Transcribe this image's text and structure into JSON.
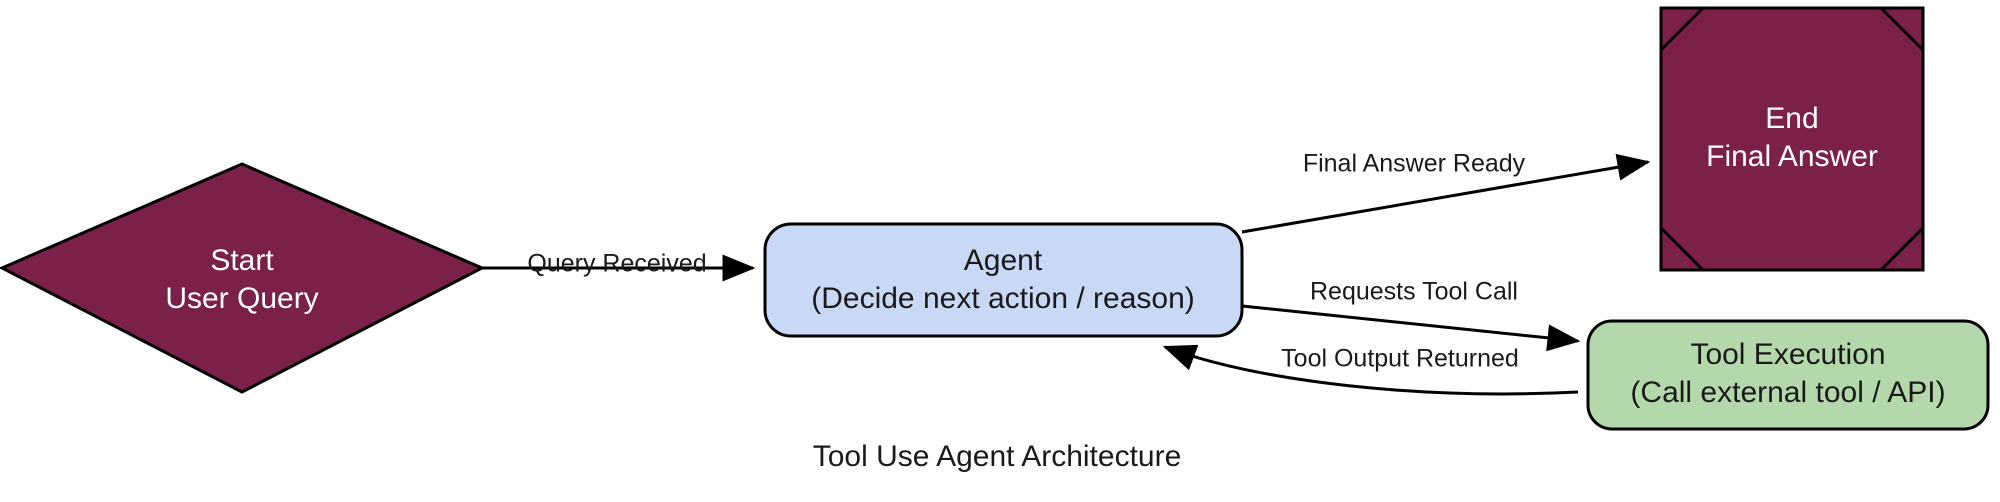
{
  "diagram": {
    "caption": "Tool Use Agent Architecture",
    "colors": {
      "terminator_fill": "#7B2049",
      "terminator_text": "#ffffff",
      "agent_fill": "#C9D9F5",
      "agent_stroke": "#000000",
      "tool_fill": "#B4D8AB",
      "tool_stroke": "#000000",
      "edge_stroke": "#000000",
      "background": "#ffffff",
      "label_text": "#1a1a1a"
    },
    "nodes": [
      {
        "id": "start",
        "name": "start-node",
        "shape": "diamond",
        "lines": [
          "Start",
          "User Query"
        ],
        "fill": "#7B2049",
        "text_color": "#ffffff"
      },
      {
        "id": "agent",
        "name": "agent-node",
        "shape": "rounded-rect",
        "lines": [
          "Agent",
          "(Decide next action / reason)"
        ],
        "fill": "#C9D9F5",
        "text_color": "#1a1a1a"
      },
      {
        "id": "end",
        "name": "end-node",
        "shape": "cut-corner-square",
        "lines": [
          "End",
          "Final Answer"
        ],
        "fill": "#7B2049",
        "text_color": "#ffffff"
      },
      {
        "id": "tool",
        "name": "tool-execution-node",
        "shape": "rounded-rect",
        "lines": [
          "Tool Execution",
          "(Call external tool / API)"
        ],
        "fill": "#B4D8AB",
        "text_color": "#1a1a1a"
      }
    ],
    "edges": [
      {
        "id": "e1",
        "name": "edge-query-received",
        "from": "start",
        "to": "agent",
        "label": "Query Received"
      },
      {
        "id": "e2",
        "name": "edge-final-answer-ready",
        "from": "agent",
        "to": "end",
        "label": "Final Answer Ready"
      },
      {
        "id": "e3",
        "name": "edge-requests-tool-call",
        "from": "agent",
        "to": "tool",
        "label": "Requests Tool Call"
      },
      {
        "id": "e4",
        "name": "edge-tool-output-returned",
        "from": "tool",
        "to": "agent",
        "label": "Tool Output Returned"
      }
    ]
  }
}
